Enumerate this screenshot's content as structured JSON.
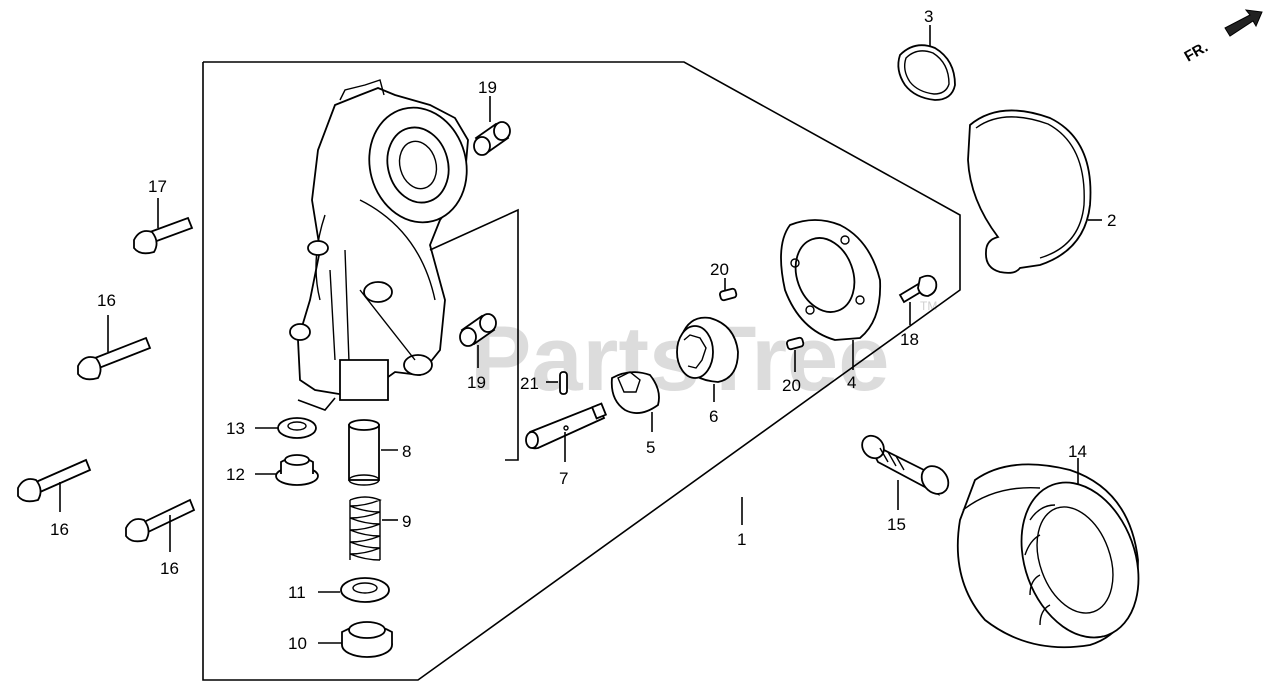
{
  "watermark": {
    "text": "PartsTree",
    "tm": "TM"
  },
  "direction_arrow": {
    "label": "FR."
  },
  "callouts": {
    "p1": "1",
    "p2": "2",
    "p3": "3",
    "p4": "4",
    "p5": "5",
    "p6": "6",
    "p7": "7",
    "p8": "8",
    "p9": "9",
    "p10": "10",
    "p11": "11",
    "p12": "12",
    "p13": "13",
    "p14": "14",
    "p15": "15",
    "p16a": "16",
    "p16b": "16",
    "p16c": "16",
    "p17": "17",
    "p18": "18",
    "p19a": "19",
    "p19b": "19",
    "p20a": "20",
    "p20b": "20",
    "p21": "21"
  },
  "icons": [
    "oil-pump-housing",
    "gasket",
    "o-ring",
    "pump-rotor",
    "oil-filter",
    "flange-bolt",
    "sealing-washer",
    "plug",
    "spring",
    "dowel-pin"
  ]
}
